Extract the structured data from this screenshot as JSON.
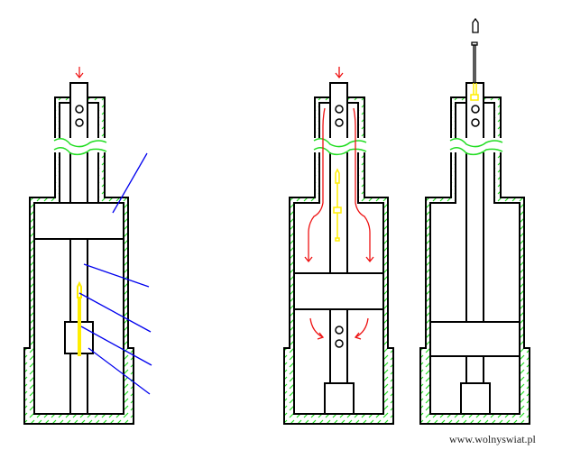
{
  "watermark": "www.wolnyswiat.pl",
  "colors": {
    "wall_hatch": "#22dd22",
    "outline": "#000000",
    "flow_arrow": "#ee1111",
    "pin": "#ffee00",
    "leader_line": "#0000ee"
  },
  "figures": [
    "stage-1",
    "stage-2",
    "stage-3"
  ]
}
